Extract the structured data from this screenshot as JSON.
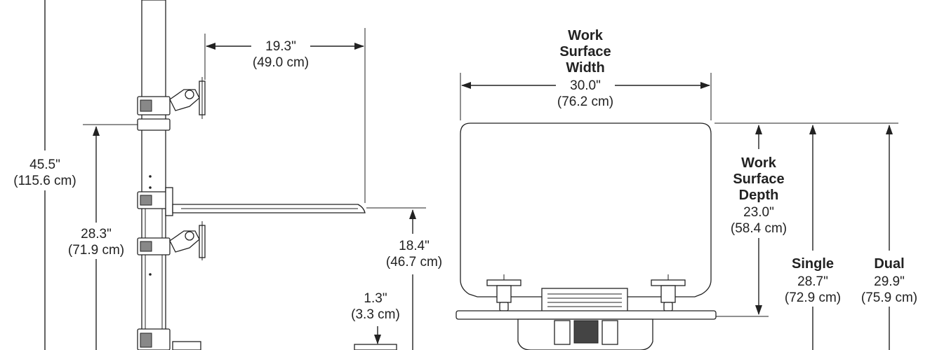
{
  "side_view": {
    "total_height": {
      "imperial": "45.5\"",
      "metric": "(115.6 cm)"
    },
    "shelf_height": {
      "imperial": "28.3\"",
      "metric": "(71.9 cm)"
    },
    "arm_reach": {
      "imperial": "19.3\"",
      "metric": "(49.0 cm)"
    },
    "surface_depth_side": {
      "imperial": "18.4\"",
      "metric": "(46.7 cm)"
    },
    "base_height": {
      "imperial": "1.3\"",
      "metric": "(3.3 cm)"
    }
  },
  "front_view": {
    "width_title": [
      "Work",
      "Surface",
      "Width"
    ],
    "width": {
      "imperial": "30.0\"",
      "metric": "(76.2 cm)"
    },
    "depth_title": [
      "Work",
      "Surface",
      "Depth"
    ],
    "depth": {
      "imperial": "23.0\"",
      "metric": "(58.4 cm)"
    },
    "single": {
      "title": "Single",
      "imperial": "28.7\"",
      "metric": "(72.9 cm)"
    },
    "dual": {
      "title": "Dual",
      "imperial": "29.9\"",
      "metric": "(75.9 cm)"
    }
  }
}
